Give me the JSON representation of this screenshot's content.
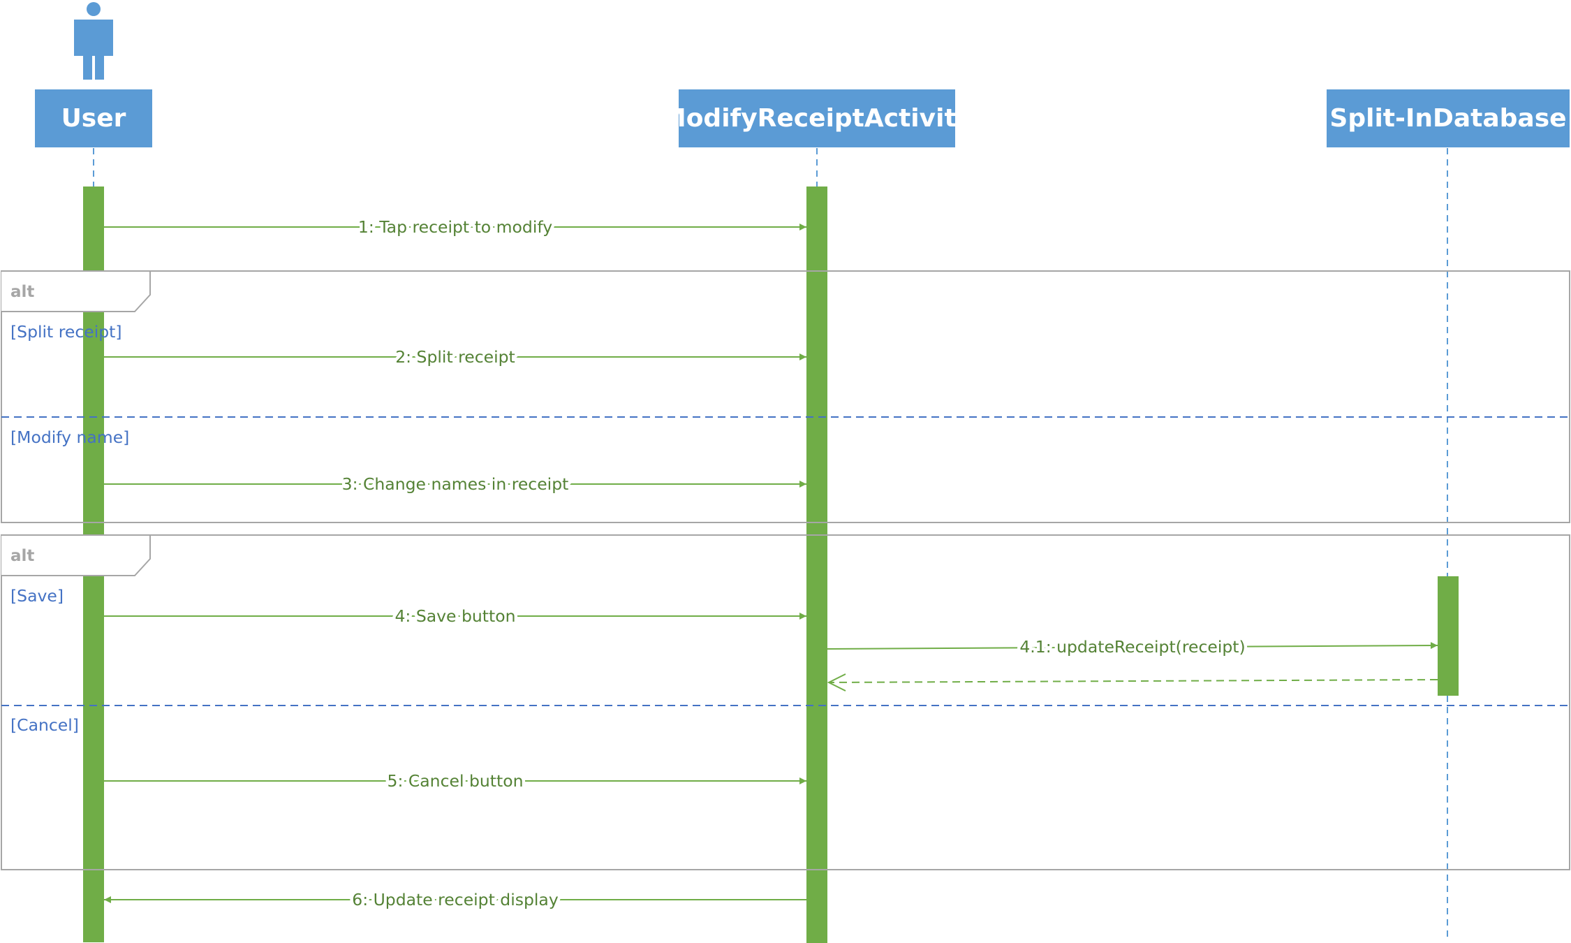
{
  "participants": [
    {
      "id": "user",
      "label": "User",
      "is_actor": true
    },
    {
      "id": "activity",
      "label": "ModifyReceiptActivity",
      "is_actor": false
    },
    {
      "id": "db",
      "label": "Split-InDatabase",
      "is_actor": false
    }
  ],
  "fragments": [
    {
      "operator": "alt",
      "operands": [
        {
          "guard": "[Split receipt]"
        },
        {
          "guard": "[Modify name]"
        }
      ]
    },
    {
      "operator": "alt",
      "operands": [
        {
          "guard": "[Save]"
        },
        {
          "guard": "[Cancel]"
        }
      ]
    }
  ],
  "messages": [
    {
      "label": "1: Tap receipt to modify",
      "from": "user",
      "to": "activity",
      "kind": "sync"
    },
    {
      "label": "2: Split receipt",
      "from": "user",
      "to": "activity",
      "kind": "sync"
    },
    {
      "label": "3: Change names in receipt",
      "from": "user",
      "to": "activity",
      "kind": "sync"
    },
    {
      "label": "4: Save button",
      "from": "user",
      "to": "activity",
      "kind": "sync"
    },
    {
      "label": "4.1: updateReceipt(receipt)",
      "from": "activity",
      "to": "db",
      "kind": "sync"
    },
    {
      "label": "",
      "from": "db",
      "to": "activity",
      "kind": "return"
    },
    {
      "label": "5: Cancel button",
      "from": "user",
      "to": "activity",
      "kind": "sync"
    },
    {
      "label": "6: Update receipt display",
      "from": "activity",
      "to": "user",
      "kind": "sync"
    }
  ],
  "colors": {
    "participant_fill": "#5b9bd5",
    "activation": "#70ad47",
    "message": "#70ad47",
    "message_text": "#548235",
    "lifeline": "#5b9bd5",
    "frame_border": "#a6a6a6",
    "guard_text": "#4472c4",
    "separator": "#4472c4"
  }
}
